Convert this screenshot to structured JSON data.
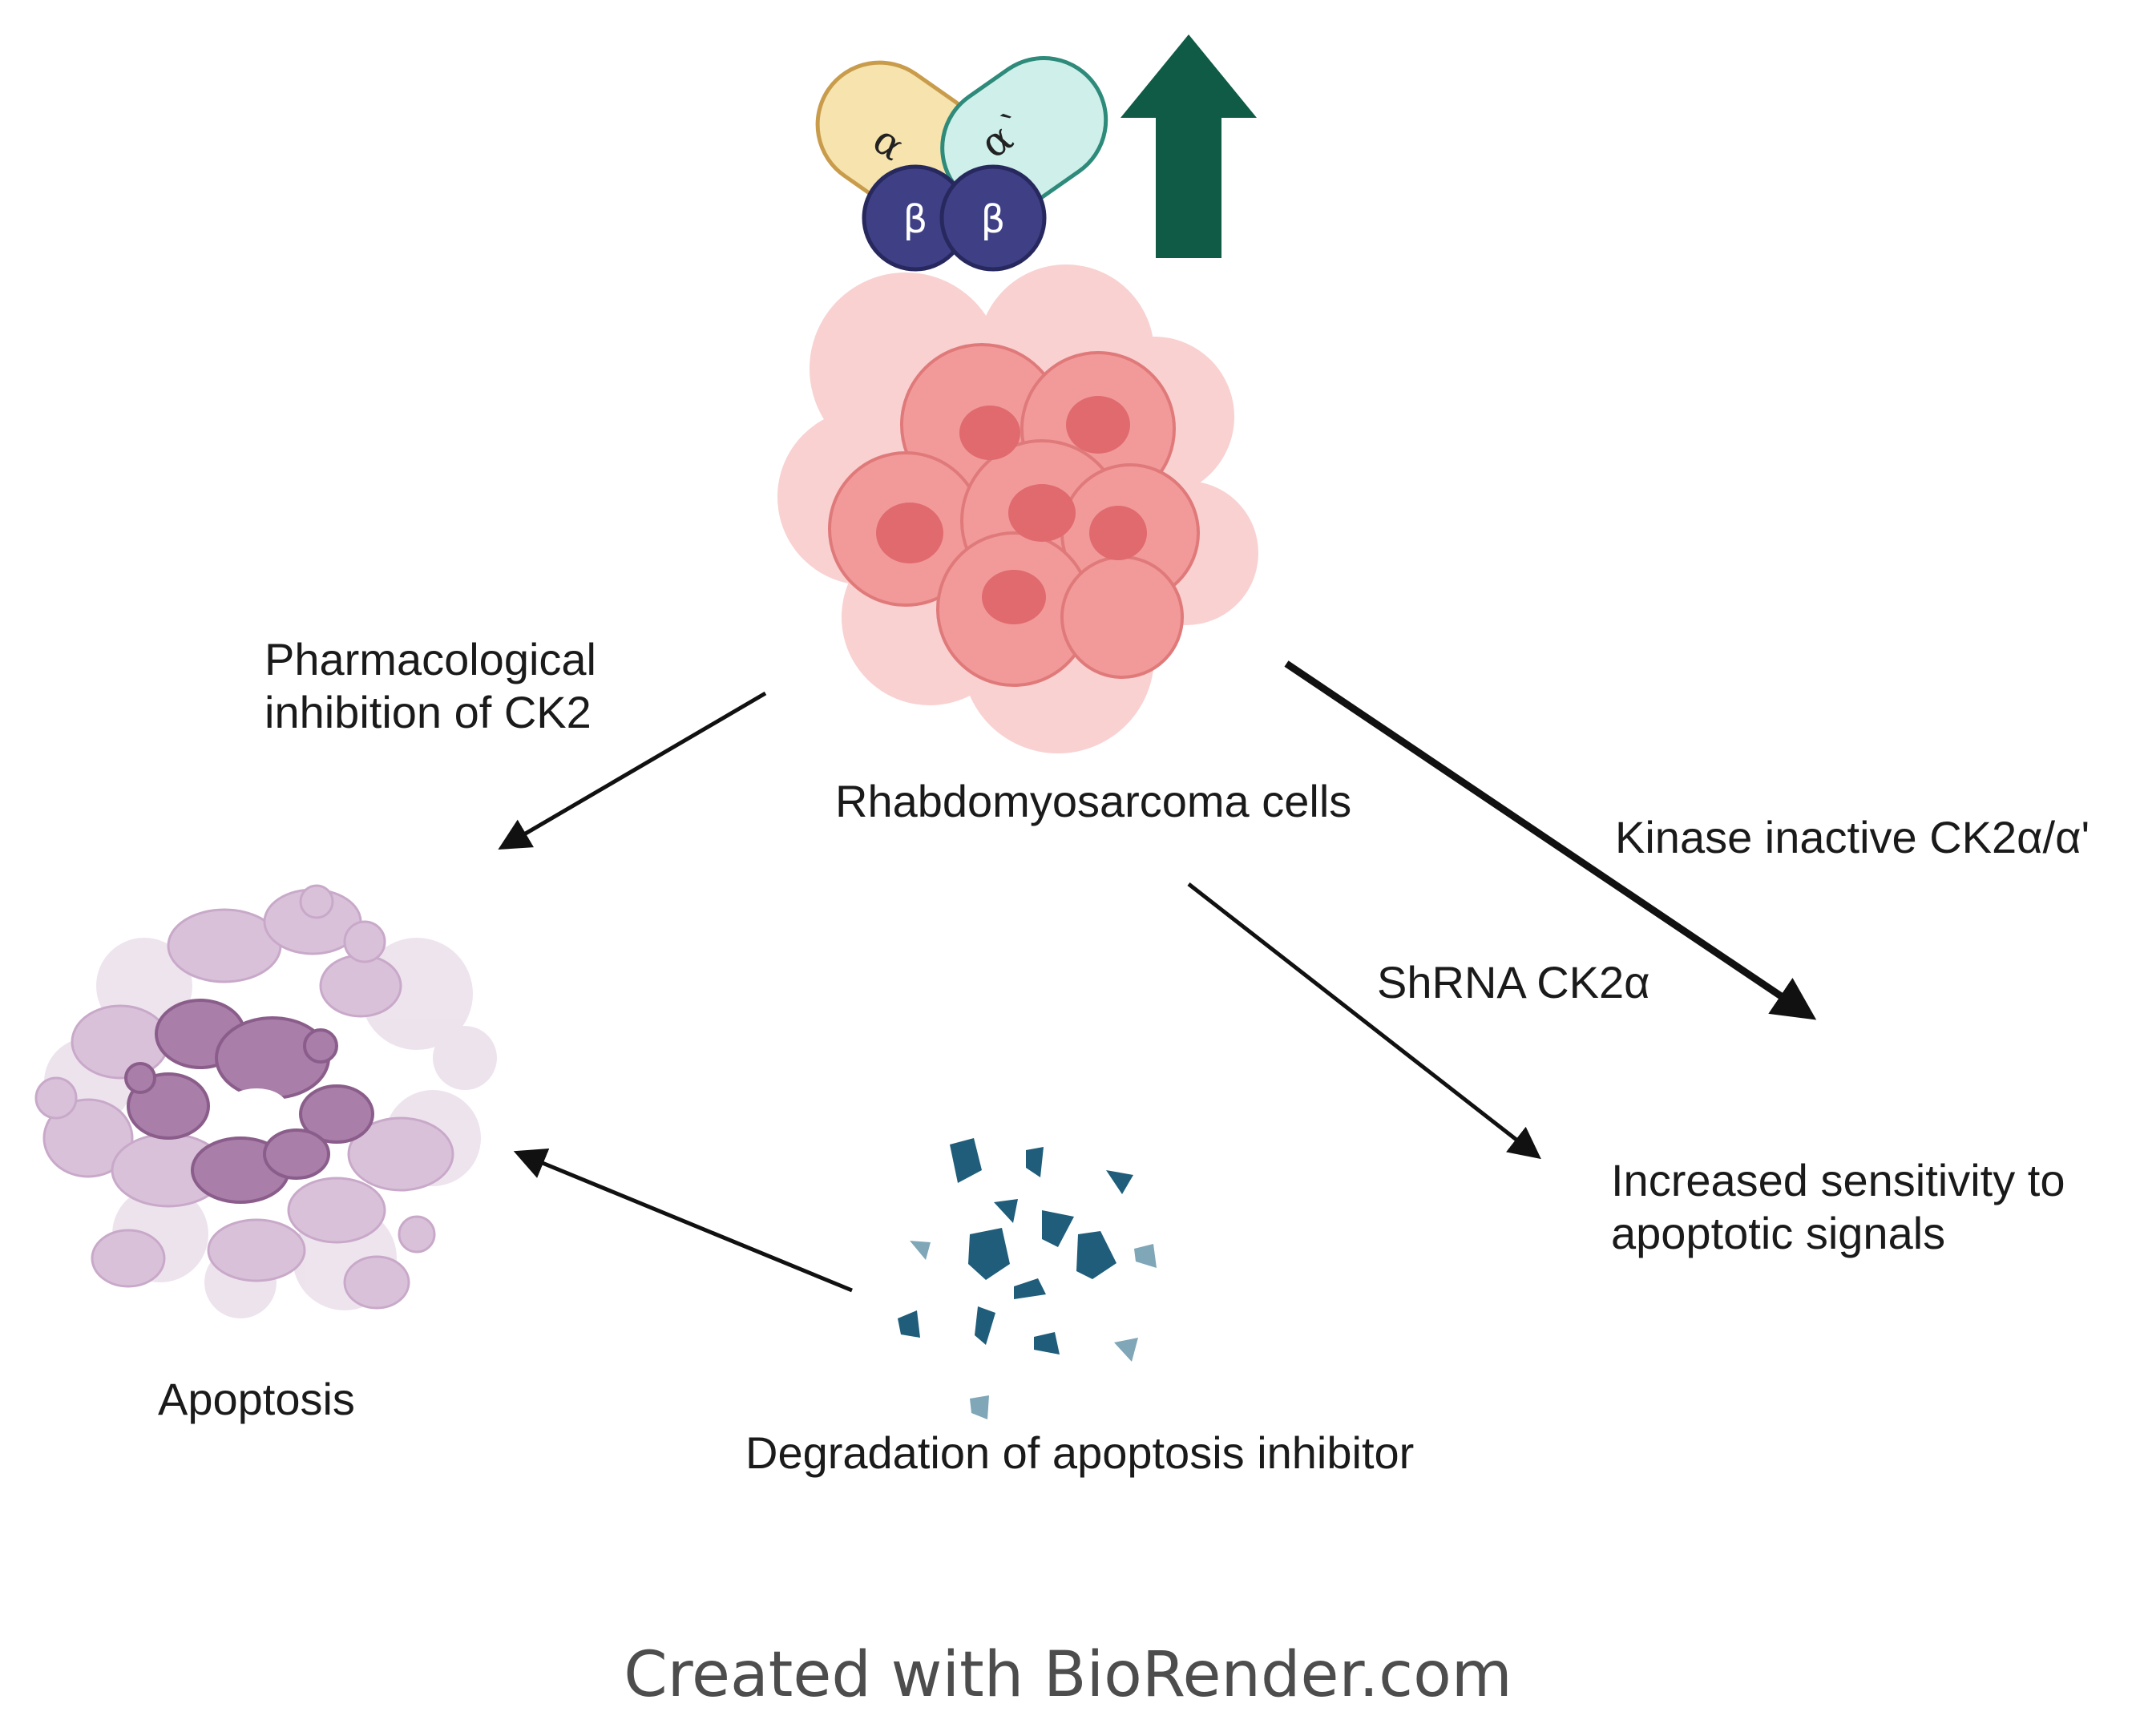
{
  "ck2_complex": {
    "alpha_label": "α",
    "alpha_prime_label": "α`",
    "beta_label": "β"
  },
  "labels": {
    "pharmacological": "Pharmacological\ninhibition of CK2",
    "rhabdo": "Rhabdomyosarcoma cells",
    "kinase_inactive": "Kinase inactive CK2α/α'",
    "shrna": "ShRNA CK2α",
    "sensitivity": "Increased sensitivity to\napoptotic signals",
    "apoptosis": "Apoptosis",
    "degradation": "Degradation of apoptosis inhibitor"
  },
  "footer": "Created with BioRender.com",
  "colors": {
    "alpha_fill": "#f6e3ad",
    "alpha_stroke": "#c99c4c",
    "alpha_prime_fill": "#cff0ea",
    "alpha_prime_stroke": "#2e8a7a",
    "beta_fill": "#3e3f85",
    "up_arrow": "#0f5b45",
    "cell_pink": "#f29696",
    "apoptosis_purple": "#a97ea9",
    "fragment_teal": "#1f5d7a"
  },
  "icons": {
    "ck2": "ck2-holoenzyme-icon",
    "increase": "up-arrow-icon",
    "cells": "tumor-cell-cluster-icon",
    "apoptosis": "apoptotic-cell-icon",
    "fragments": "protein-fragments-icon"
  }
}
